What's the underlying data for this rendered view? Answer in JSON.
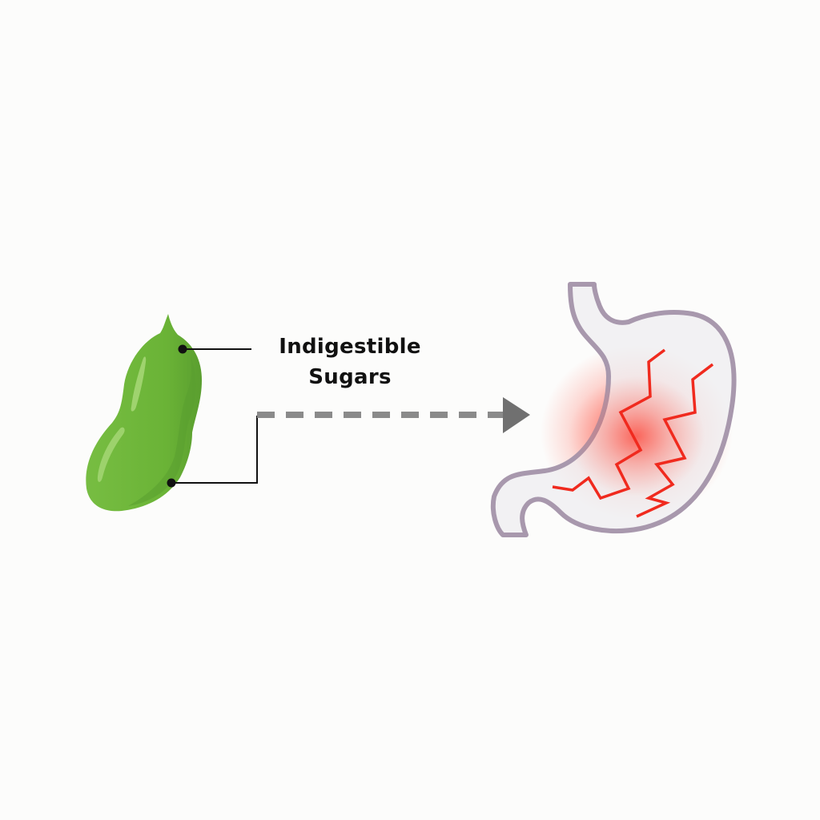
{
  "diagram": {
    "label_line1": "Indigestible",
    "label_line2": "Sugars",
    "bean": {
      "name": "green bean / legume",
      "color": "#6fb63c",
      "highlight": "#a8d878",
      "shadow": "#5a9e2f"
    },
    "arrow": {
      "style": "dashed",
      "color": "#8a8a8a"
    },
    "stomach": {
      "outline_color": "#a898ad",
      "fill": "#efedf0",
      "pain_color": "#f02a1e"
    }
  }
}
